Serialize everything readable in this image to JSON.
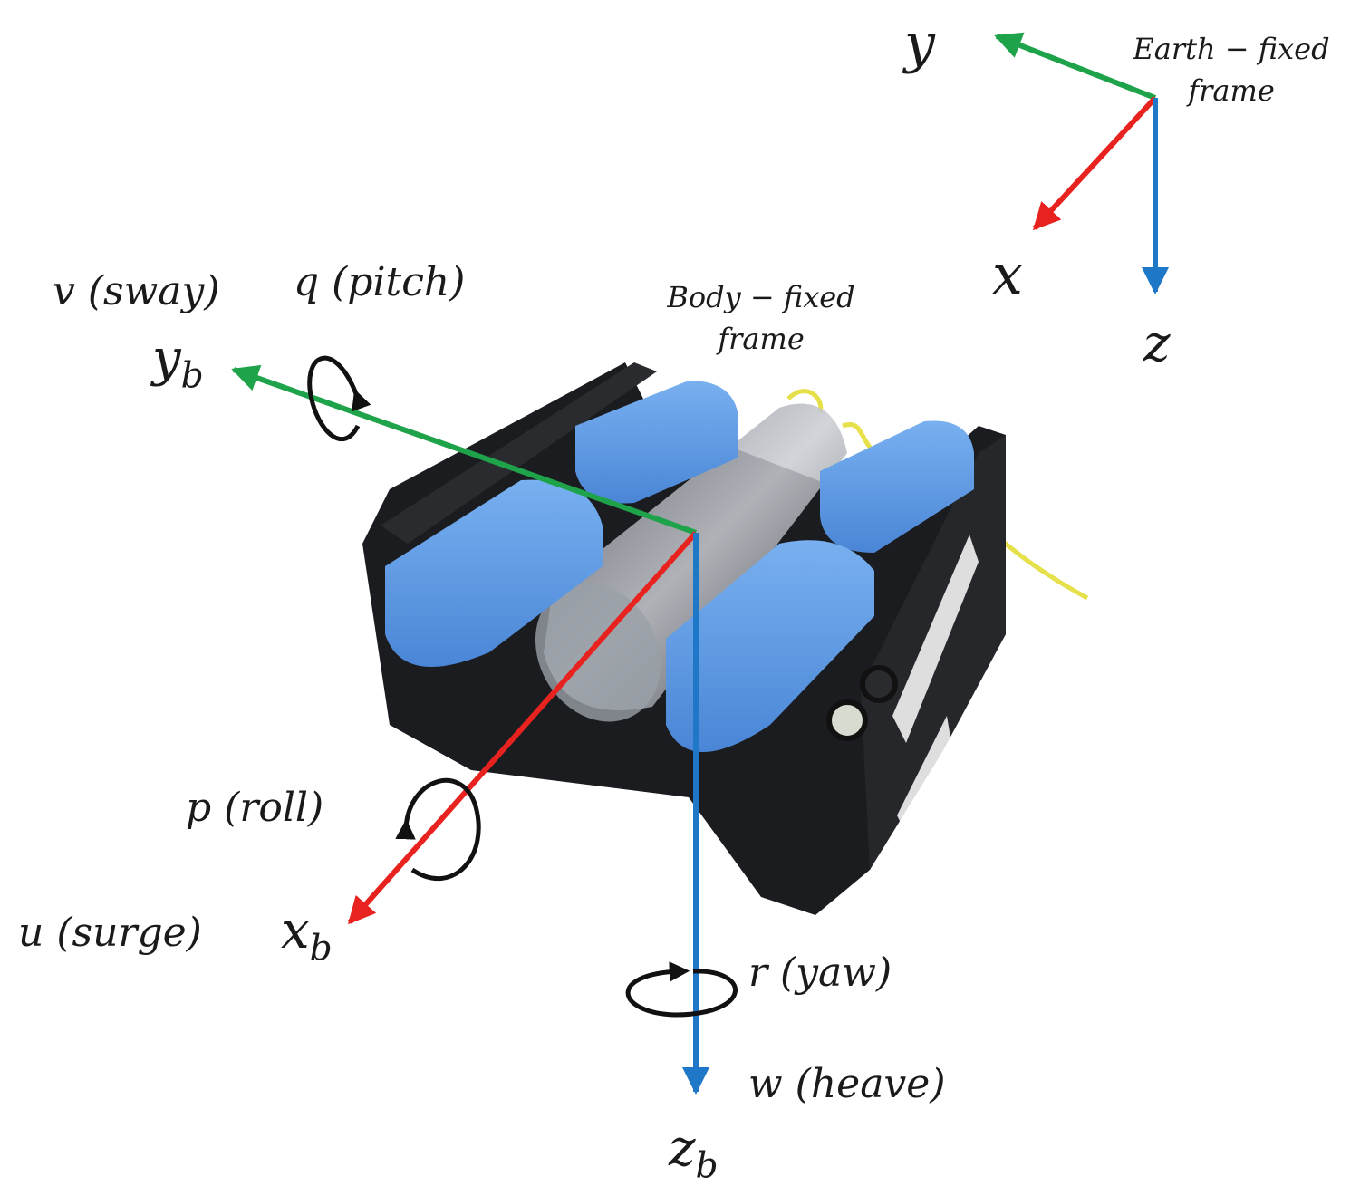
{
  "earth_frame": {
    "title_line1": "Earth − fixed",
    "title_line2": "frame",
    "x_label": "x",
    "y_label": "y",
    "z_label": "z"
  },
  "body_frame": {
    "title_line1": "Body − fixed",
    "title_line2": "frame",
    "x_label": "x",
    "x_sub": "b",
    "y_label": "y",
    "y_sub": "b",
    "z_label": "z",
    "z_sub": "b"
  },
  "dof": {
    "sway": "v (sway)",
    "pitch": "q (pitch)",
    "roll": "p (roll)",
    "surge": "u (surge)",
    "yaw": "r (yaw)",
    "heave": "w (heave)"
  },
  "colors": {
    "x_axis": "#e8231f",
    "y_axis": "#1ea34a",
    "z_axis": "#1f77c8",
    "thruster_blue": "#5b9ae6",
    "frame_black": "#1b1c1f",
    "tether_yellow": "#e6e04a"
  }
}
